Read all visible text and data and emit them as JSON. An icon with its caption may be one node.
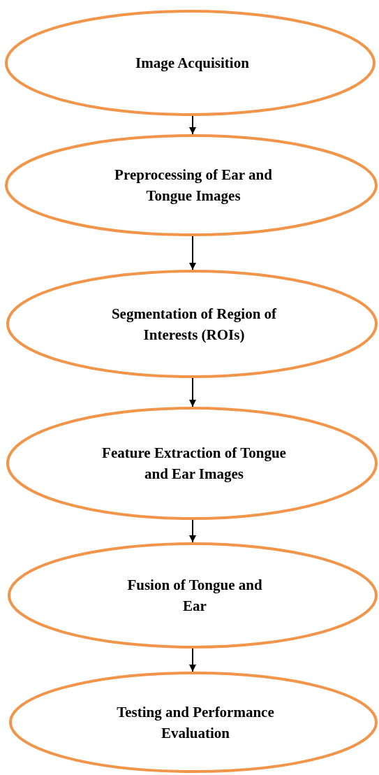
{
  "diagram": {
    "nodes": [
      {
        "text": [
          "Image Acquisition"
        ]
      },
      {
        "text": [
          "Preprocessing of Ear and Tongue Images"
        ]
      },
      {
        "text": [
          "Segmentation of Region of Interests (ROIs)"
        ]
      },
      {
        "text": [
          "Feature Extraction of Tongue and Ear Images"
        ]
      },
      {
        "text": [
          "Fusion of Tongue and Ear"
        ]
      },
      {
        "text": [
          "Testing and Performance Evaluation"
        ]
      }
    ],
    "edges": [
      {
        "from": 0,
        "to": 1,
        "arrow": "to"
      },
      {
        "from": 1,
        "to": 2,
        "arrow": "to"
      },
      {
        "from": 2,
        "to": 3,
        "arrow": "to"
      },
      {
        "from": 3,
        "to": 4,
        "arrow": "to"
      },
      {
        "from": 4,
        "to": 5,
        "arrow": "to"
      }
    ]
  }
}
